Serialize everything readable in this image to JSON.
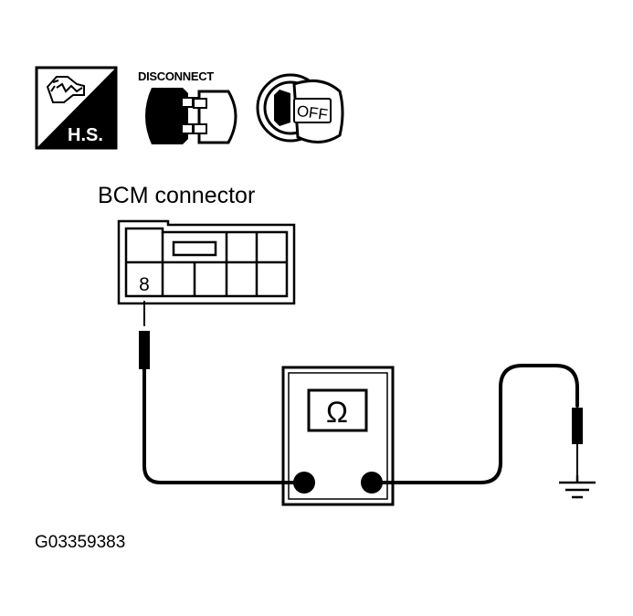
{
  "icons": {
    "hs": {
      "label": "H.S.",
      "icon": "hand-tool-icon"
    },
    "disconnect": {
      "label": "DISCONNECT",
      "icon": "connector-disconnect-icon"
    },
    "ignition": {
      "label": "OFF",
      "icon": "ignition-key-icon"
    }
  },
  "connector": {
    "title": "BCM connector",
    "terminal": "8"
  },
  "meter": {
    "symbol": "Ω",
    "icon": "ohmmeter-icon"
  },
  "ground": {
    "icon": "ground-symbol-icon"
  },
  "figure_id": "G03359383"
}
